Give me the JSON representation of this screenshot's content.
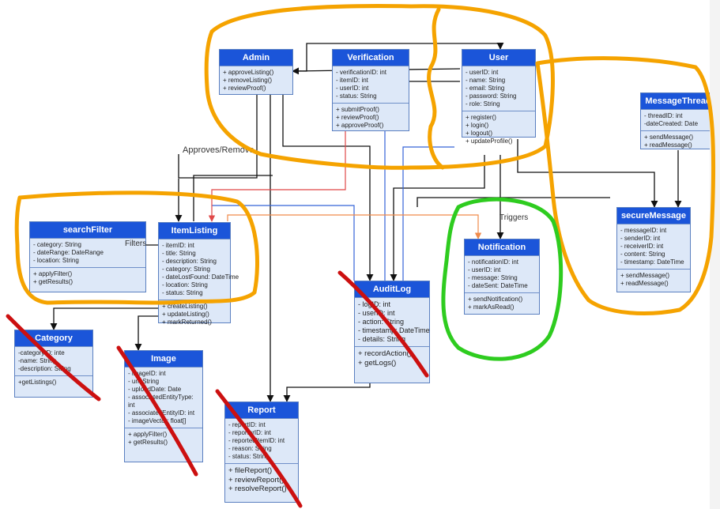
{
  "classes": {
    "admin": {
      "name": "Admin",
      "attributes": [],
      "methods": [
        "+ approveListing()",
        "+ removeListing()",
        "+ reviewProof()"
      ]
    },
    "verification": {
      "name": "Verification",
      "attributes": [
        "- verificationID: int",
        "- itemID: int",
        "- userID: int",
        "- status: String"
      ],
      "methods": [
        "+ submitProof()",
        "+ reviewProof()",
        "+ approveProof()"
      ]
    },
    "user": {
      "name": "User",
      "attributes": [
        "- userID: int",
        "- name: String",
        "- email: String",
        "- password: String",
        "- role: String"
      ],
      "methods": [
        "+ register()",
        "+ login()",
        "+ logout()",
        "+ updateProfile()"
      ]
    },
    "messageThread": {
      "name": "MessageThread",
      "attributes": [
        "- threadID: int",
        "-dateCreated: Date"
      ],
      "methods": [
        "+ sendMessage()",
        "+ readMessage()"
      ]
    },
    "searchFilter": {
      "name": "searchFilter",
      "attributes": [
        "- category: String",
        "- dateRange: DateRange",
        "- location: String"
      ],
      "methods": [
        "+ applyFilter()",
        "+ getResults()"
      ]
    },
    "itemListing": {
      "name": "ItemListing",
      "attributes": [
        "- itemID: int",
        "- title: String",
        "- description: String",
        "- category: String",
        "- dateLostFound: DateTime",
        "- location: String",
        "- status: String"
      ],
      "methods": [
        "+ createListing()",
        "+ updateListing()",
        "+ markReturned()"
      ]
    },
    "auditLog": {
      "name": "AuditLog",
      "attributes": [
        "- logID: int",
        "- userID: int",
        "- action: String",
        "- timestamp: DateTime",
        "- details: String"
      ],
      "methods": [
        "+ recordAction()",
        "+ getLogs()"
      ]
    },
    "notification": {
      "name": "Notification",
      "attributes": [
        "- notificationID: int",
        "- userID: int",
        "- message: String",
        "- dateSent: DateTime"
      ],
      "methods": [
        "+ sendNotification()",
        "+ markAsRead()"
      ]
    },
    "secureMessage": {
      "name": "secureMessage",
      "attributes": [
        "- messageID: int",
        "- senderID: int",
        "- receiverID: int",
        "- content: String",
        "- timestamp: DateTime"
      ],
      "methods": [
        "+ sendMessage()",
        "+ readMessage()"
      ]
    },
    "category": {
      "name": "Category",
      "attributes": [
        "-categoryID: inte",
        "-name: String",
        "-description: String"
      ],
      "methods": [
        "+getListings()"
      ]
    },
    "image": {
      "name": "Image",
      "attributes": [
        "- imageID: int",
        "- url: String",
        "- uploadDate: Date",
        "- associatedEntityType:",
        "int",
        "- associatedEntityID: int",
        "- imageVector: float[]"
      ],
      "methods": [
        "+ applyFilter()",
        "+ getResults()"
      ]
    },
    "report": {
      "name": "Report",
      "attributes": [
        "- reportID: int",
        "- reporterID: int",
        "- reportedItemID: int",
        "- reason: String",
        "- status: String"
      ],
      "methods": [
        "+ fileReport()",
        "+ reviewReport()",
        "+ resolveReport()"
      ]
    }
  },
  "labels": {
    "approves": "Approves/Remove",
    "filters": "Filters",
    "triggers": "Triggers"
  },
  "colors": {
    "header": "#1b55d9",
    "body": "#dde8f8",
    "orange_marker": "#f5a300",
    "green_marker": "#2ecc1f",
    "red_marker": "#cc1010",
    "blue_line": "#3563d8",
    "red_line": "#e04848"
  }
}
